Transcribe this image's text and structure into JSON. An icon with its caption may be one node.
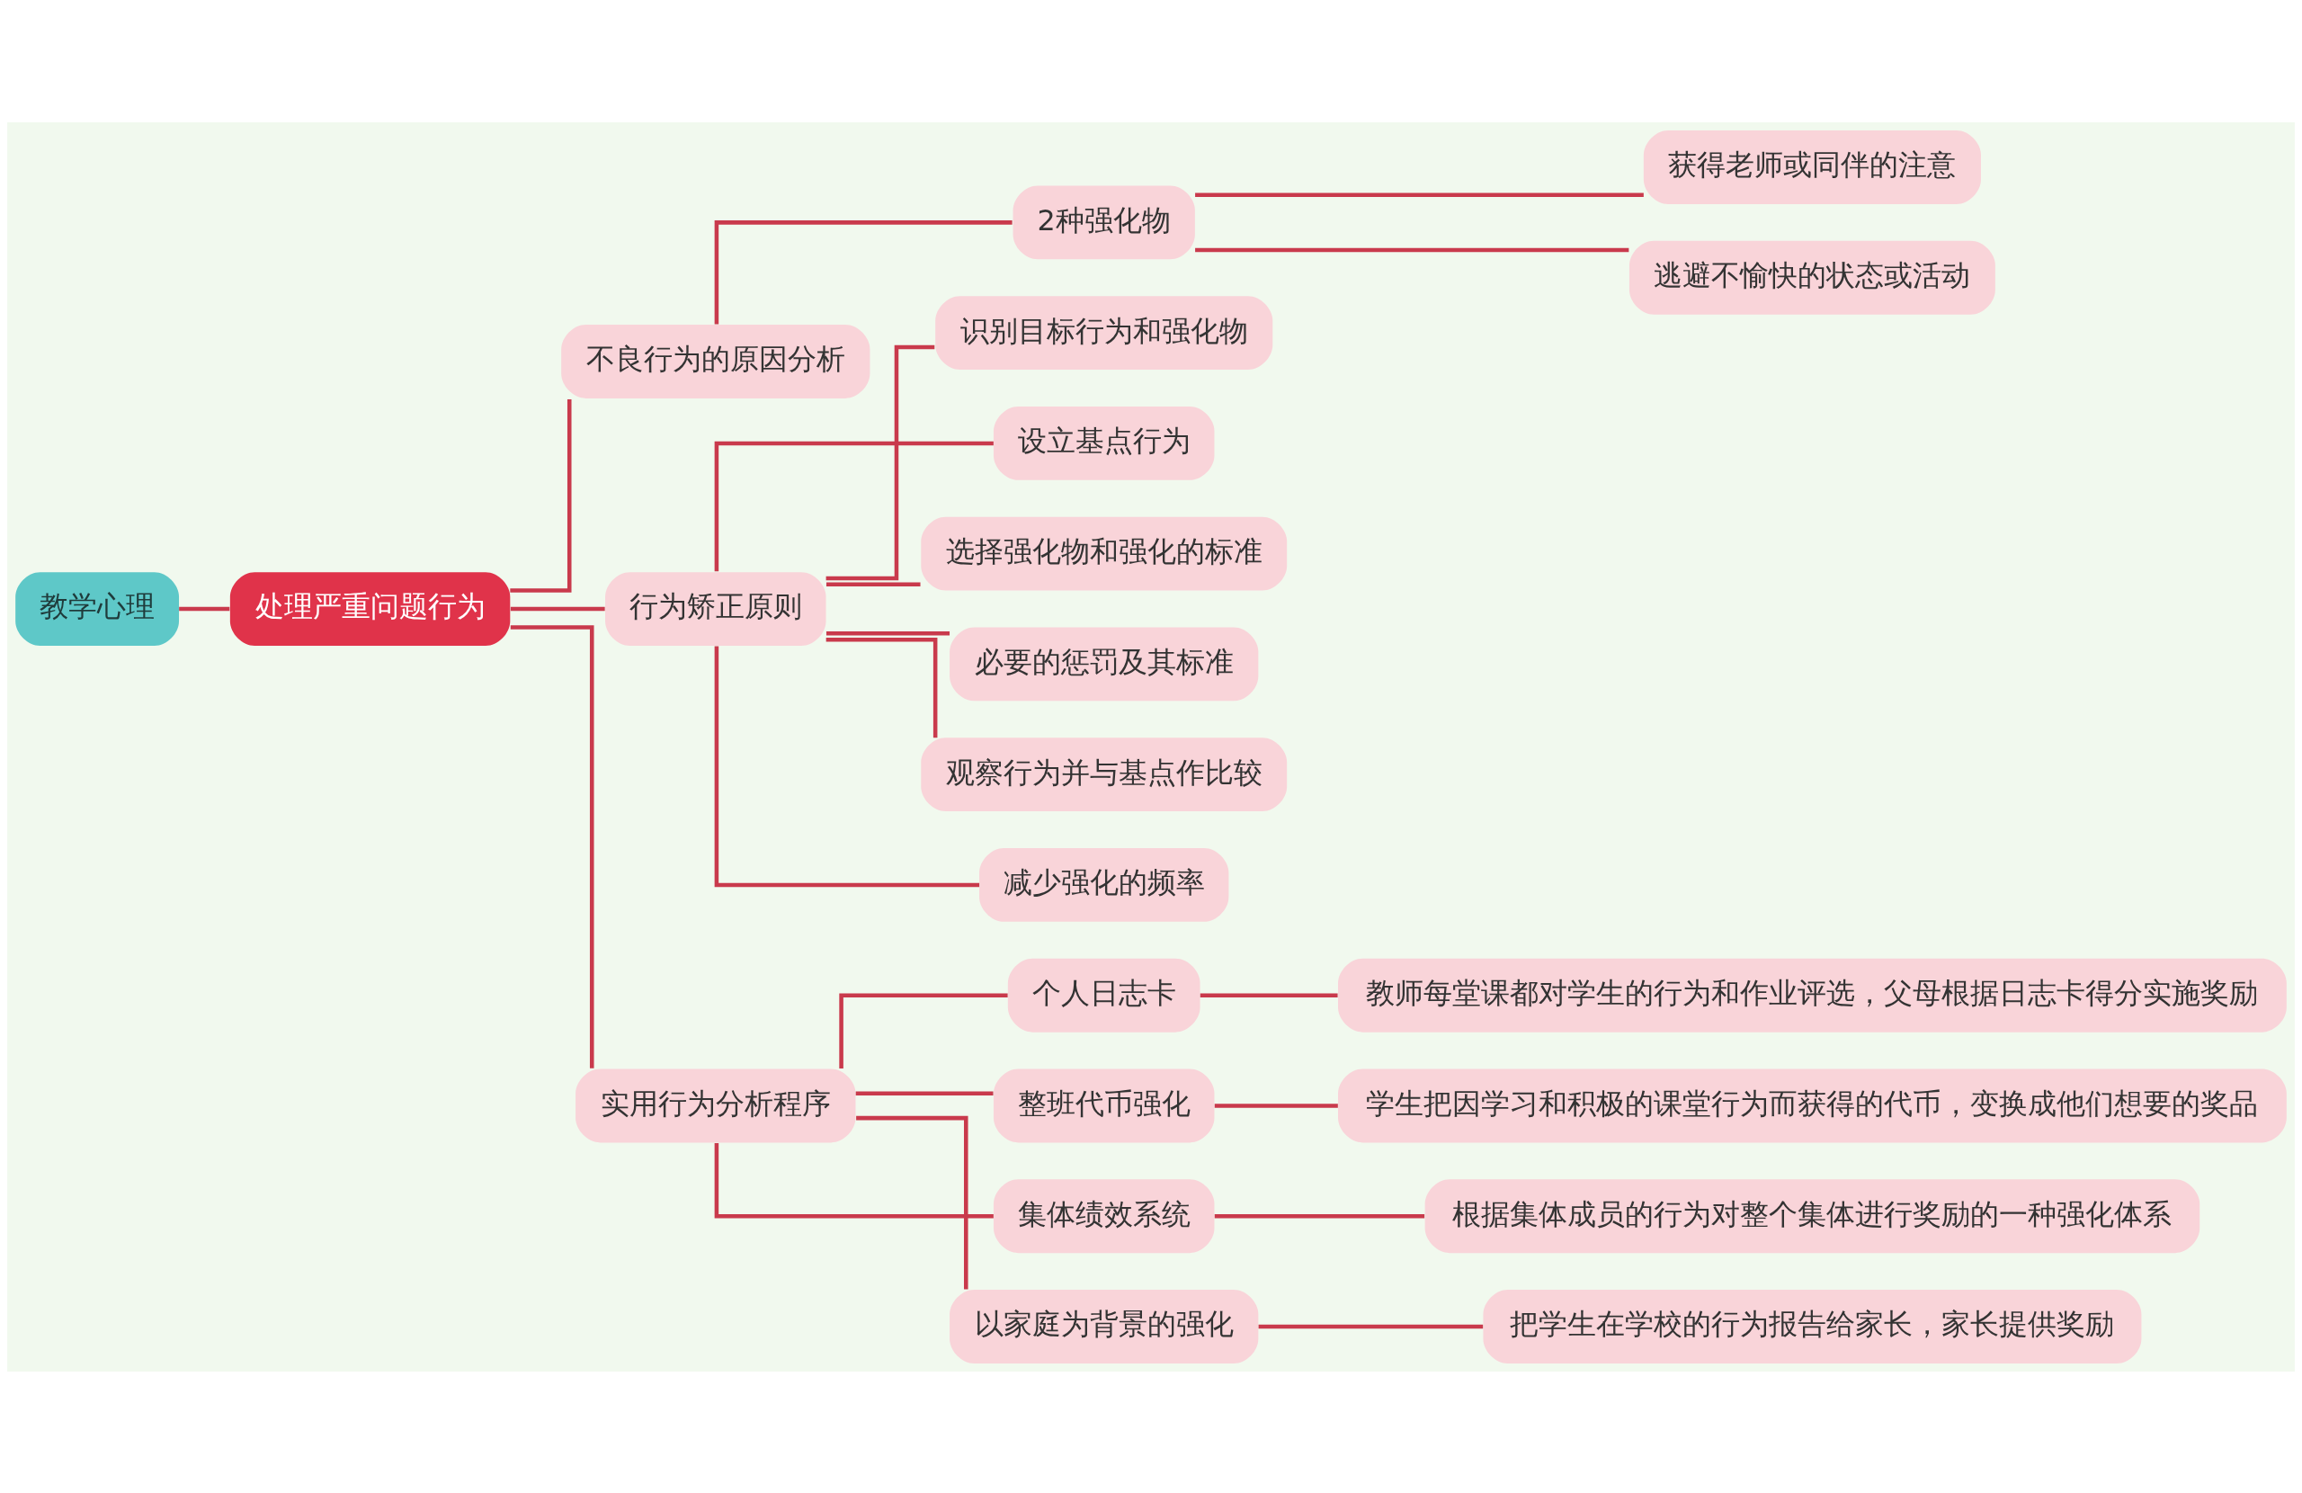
{
  "diagram": {
    "nodes": [
      {
        "text": [
          "教学心理"
        ]
      },
      {
        "text": [
          "处理严重问题行为"
        ]
      },
      {
        "text": [
          "不良行为的原因分析"
        ]
      },
      {
        "text": [
          "2种强化物"
        ]
      },
      {
        "text": [
          "获得老师或同伴的注意"
        ]
      },
      {
        "text": [
          "逃避不愉快的状态或活动"
        ]
      },
      {
        "text": [
          "行为矫正原则"
        ]
      },
      {
        "text": [
          "识别目标行为和强化物"
        ]
      },
      {
        "text": [
          "设立基点行为"
        ]
      },
      {
        "text": [
          "选择强化物和强化的标准"
        ]
      },
      {
        "text": [
          "必要的惩罚及其标准"
        ]
      },
      {
        "text": [
          "观察行为并与基点作比较"
        ]
      },
      {
        "text": [
          "减少强化的频率"
        ]
      },
      {
        "text": [
          "实用行为分析程序"
        ]
      },
      {
        "text": [
          "个人日志卡"
        ]
      },
      {
        "text": [
          "教师每堂课都对学生的行为和作业评选，父母根据日志卡得分实施奖励"
        ]
      },
      {
        "text": [
          "整班代币强化"
        ]
      },
      {
        "text": [
          "学生把因学习和积极的课堂行为而获得的代币，变换成他们想要的奖品"
        ]
      },
      {
        "text": [
          "集体绩效系统"
        ]
      },
      {
        "text": [
          "根据集体成员的行为对整个集体进行奖励的一种强化体系"
        ]
      },
      {
        "text": [
          "以家庭为背景的强化"
        ]
      },
      {
        "text": [
          "把学生在学校的行为报告给家长，家长提供奖励"
        ]
      }
    ],
    "edges": [
      {
        "from": 0,
        "to": 1,
        "arrow": "none"
      },
      {
        "from": 1,
        "to": 2,
        "arrow": "none"
      },
      {
        "from": 1,
        "to": 6,
        "arrow": "none"
      },
      {
        "from": 1,
        "to": 13,
        "arrow": "none"
      },
      {
        "from": 2,
        "to": 3,
        "arrow": "none"
      },
      {
        "from": 3,
        "to": 4,
        "arrow": "none"
      },
      {
        "from": 3,
        "to": 5,
        "arrow": "none"
      },
      {
        "from": 6,
        "to": 7,
        "arrow": "none"
      },
      {
        "from": 6,
        "to": 8,
        "arrow": "none"
      },
      {
        "from": 6,
        "to": 9,
        "arrow": "none"
      },
      {
        "from": 6,
        "to": 10,
        "arrow": "none"
      },
      {
        "from": 6,
        "to": 11,
        "arrow": "none"
      },
      {
        "from": 6,
        "to": 12,
        "arrow": "none"
      },
      {
        "from": 13,
        "to": 14,
        "arrow": "none"
      },
      {
        "from": 13,
        "to": 16,
        "arrow": "none"
      },
      {
        "from": 13,
        "to": 18,
        "arrow": "none"
      },
      {
        "from": 13,
        "to": 20,
        "arrow": "none"
      },
      {
        "from": 14,
        "to": 15,
        "arrow": "none"
      },
      {
        "from": 16,
        "to": 17,
        "arrow": "none"
      },
      {
        "from": 18,
        "to": 19,
        "arrow": "none"
      },
      {
        "from": 20,
        "to": 21,
        "arrow": "none"
      }
    ]
  }
}
